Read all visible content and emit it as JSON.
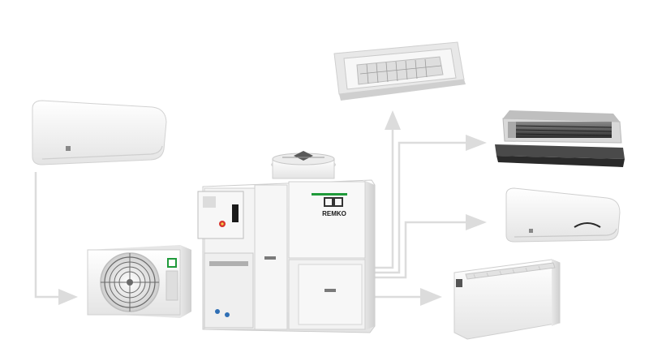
{
  "brand": {
    "name": "REMKO",
    "accent": "#1f9a3a"
  },
  "colors": {
    "arrow": "#d9d9d9",
    "unit_body": "#f3f3f3",
    "unit_shadow": "#d4d4d4",
    "grille_dark": "#4a4a4a"
  },
  "arrows": [
    "wall-unit-to-outdoor-unit",
    "chiller-to-ceiling-cassette",
    "chiller-to-ducted-unit",
    "chiller-to-wall-unit-right",
    "chiller-to-console-unit"
  ],
  "icons": [
    "wall-mounted-ac-left",
    "outdoor-condenser-unit",
    "central-chiller-unit",
    "ceiling-cassette-unit",
    "ducted-fan-coil-unit",
    "wall-mounted-ac-right",
    "floor-console-unit"
  ]
}
